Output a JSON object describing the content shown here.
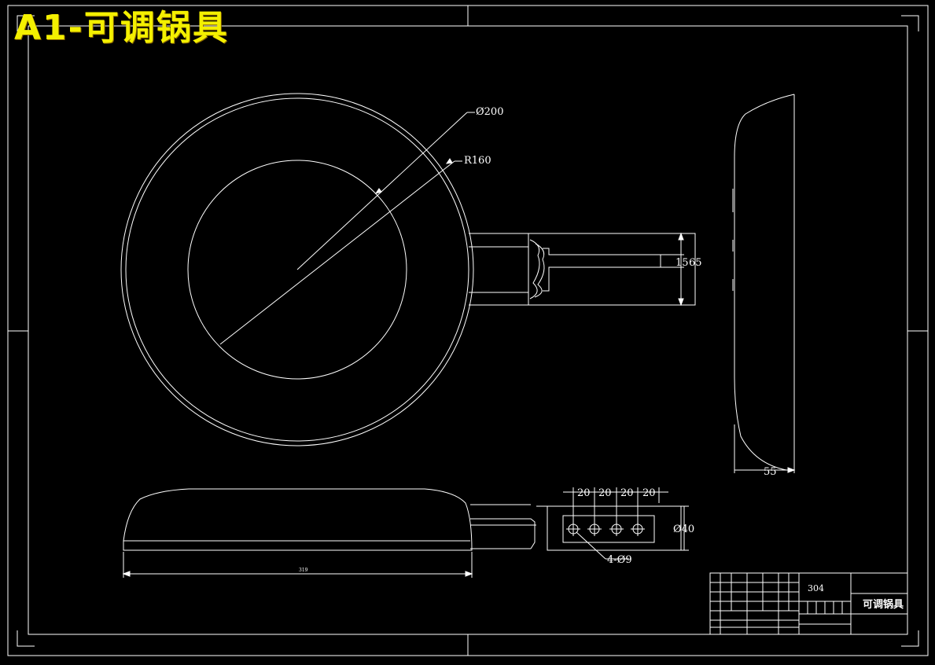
{
  "title": "A1-可调锅具",
  "dimensions": {
    "outer_diameter": "Ø200",
    "inner_radius": "R160",
    "handle_inner": "15",
    "handle_outer": "65",
    "depth": "55",
    "hole_pitch": [
      "20",
      "20",
      "20",
      "20"
    ],
    "handle_diameter": "Ø40",
    "holes": "4-Ø9",
    "length": "319"
  },
  "title_block": {
    "material": "304",
    "part_name": "可调锅具"
  },
  "colors": {
    "background": "#000000",
    "line": "#ffffff",
    "title": "#f4f000"
  }
}
